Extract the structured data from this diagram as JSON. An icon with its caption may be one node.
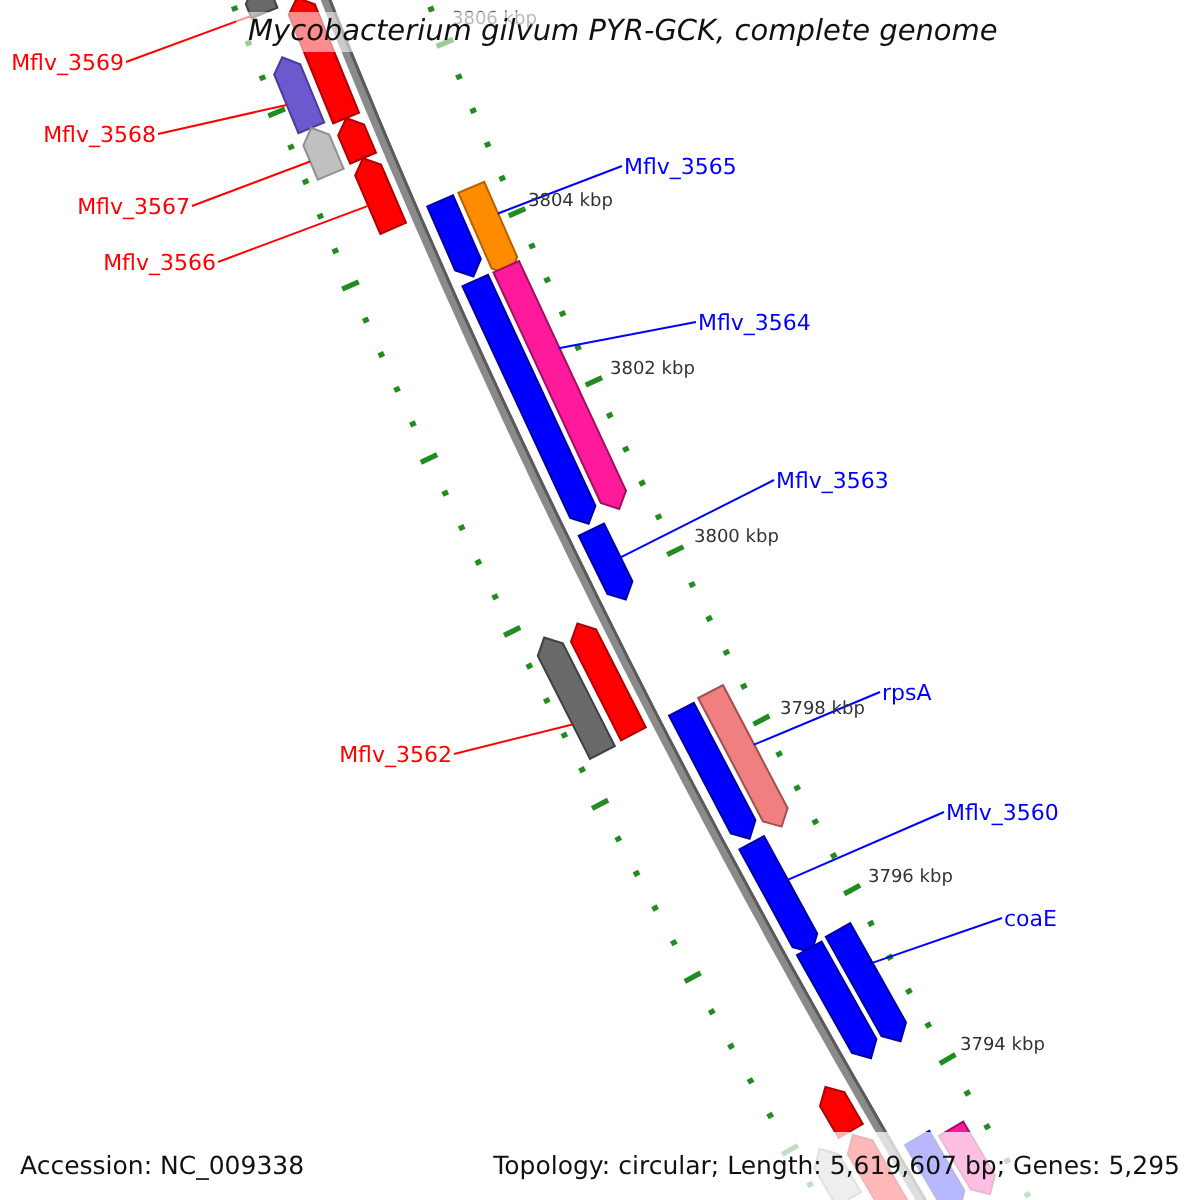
{
  "diagram": {
    "title": "Mycobacterium gilvum PYR-GCK, complete genome",
    "nodes": [
      {
        "text": [
          "Mflv_3569"
        ]
      },
      {
        "text": [
          "Mflv_3568"
        ]
      },
      {
        "text": [
          "Mflv_3567"
        ]
      },
      {
        "text": [
          "Mflv_3566"
        ]
      },
      {
        "text": [
          "Mflv_3565"
        ]
      },
      {
        "text": [
          "Mflv_3564"
        ]
      },
      {
        "text": [
          "Mflv_3563"
        ]
      },
      {
        "text": [
          "rpsA"
        ]
      },
      {
        "text": [
          "Mflv_3562"
        ]
      },
      {
        "text": [
          "Mflv_3560"
        ]
      },
      {
        "text": [
          "coaE"
        ]
      },
      {
        "text": [],
        "shape": "bar"
      },
      {
        "text": [],
        "shape": "bar"
      },
      {
        "text": [],
        "shape": "bar"
      },
      {
        "text": [],
        "shape": "bar"
      },
      {
        "text": [],
        "shape": "bar"
      },
      {
        "text": [],
        "shape": "bar"
      },
      {
        "text": [],
        "shape": "bar"
      },
      {
        "text": [],
        "shape": "bar"
      },
      {
        "text": [],
        "shape": "bar"
      },
      {
        "text": [],
        "shape": "bar"
      },
      {
        "text": [],
        "shape": "bar"
      },
      {
        "text": [],
        "shape": "bar"
      },
      {
        "text": [],
        "shape": "bar"
      },
      {
        "text": [],
        "shape": "bar"
      },
      {
        "text": [],
        "shape": "bar"
      },
      {
        "text": [],
        "shape": "bar"
      },
      {
        "text": [],
        "shape": "bar"
      },
      {
        "text": [],
        "shape": "bar"
      },
      {
        "text": [],
        "shape": "bar"
      },
      {
        "text": [],
        "shape": "bar"
      },
      {
        "text": [],
        "shape": "bar"
      },
      {
        "text": [],
        "shape": "bar"
      },
      {
        "text": [],
        "shape": "bar"
      }
    ],
    "edges": [
      {
        "from": 0,
        "to": 11,
        "arrow": "none",
        "color": "#ff0000"
      },
      {
        "from": 1,
        "to": 13,
        "arrow": "none",
        "color": "#ff0000"
      },
      {
        "from": 2,
        "to": 15,
        "arrow": "none",
        "color": "#ff0000"
      },
      {
        "from": 3,
        "to": 16,
        "arrow": "none",
        "color": "#ff0000"
      },
      {
        "from": 4,
        "to": 18,
        "arrow": "none"
      },
      {
        "from": 5,
        "to": 20,
        "arrow": "none"
      },
      {
        "from": 6,
        "to": 21,
        "arrow": "none"
      },
      {
        "from": 7,
        "to": 24,
        "arrow": "none"
      },
      {
        "from": 8,
        "to": 22,
        "arrow": "none",
        "color": "#ff0000"
      },
      {
        "from": 9,
        "to": 26,
        "arrow": "none"
      },
      {
        "from": 10,
        "to": 27,
        "arrow": "none"
      }
    ],
    "labels": [
      "3806 kbp",
      "3804 kbp",
      "3802 kbp",
      "3800 kbp",
      "3798 kbp",
      "3796 kbp",
      "3794 kbp",
      "Accession: NC_009338",
      "Topology: circular; Length: 5,619,607 bp; Genes: 5,295"
    ]
  }
}
